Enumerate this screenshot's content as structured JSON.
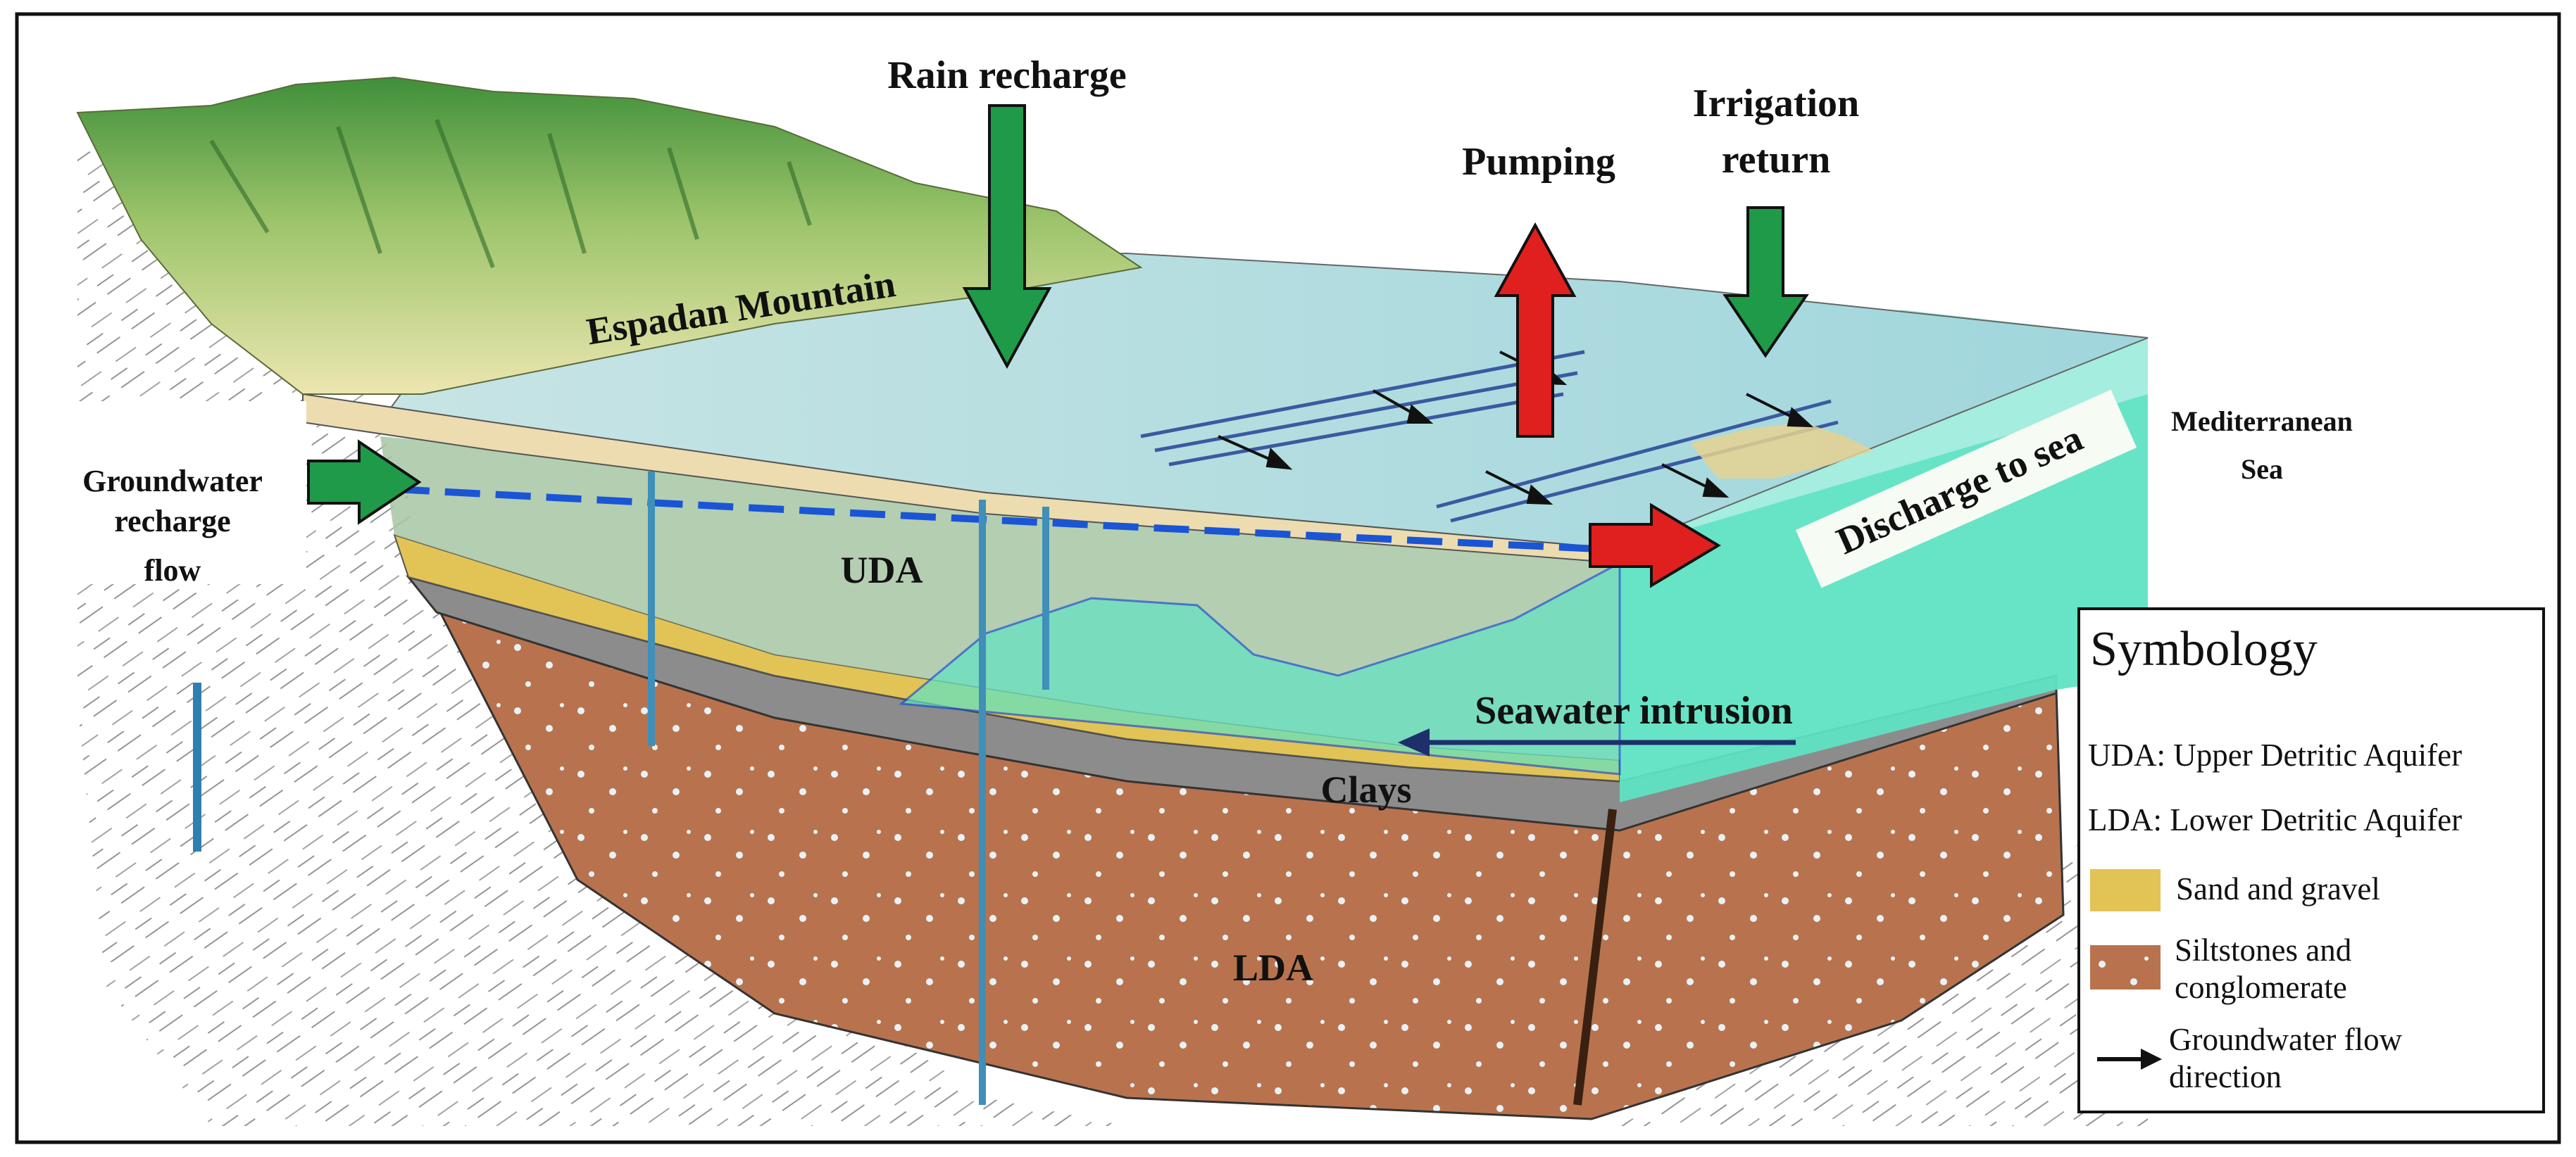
{
  "labels": {
    "rain_recharge": "Rain recharge",
    "espadan": "Espadan Mountain",
    "pumping": "Pumping",
    "irrigation_line1": "Irrigation",
    "irrigation_line2": "return",
    "groundwater_line1": "Groundwater",
    "groundwater_line2": "recharge",
    "groundwater_line3": "flow",
    "discharge": "Discharge to sea",
    "mediterranean_line1": "Mediterranean",
    "mediterranean_line2": "Sea",
    "uda": "UDA",
    "seawater": "Seawater intrusion",
    "clays": "Clays",
    "lda": "LDA"
  },
  "legend": {
    "title": "Symbology",
    "uda_text": "UDA: Upper Detritic Aquifer",
    "lda_text": "LDA: Lower Detritic Aquifer",
    "sand_line1": "Sand and gravel",
    "silt_line1": "Siltstones and",
    "silt_line2": "conglomerate",
    "flow_line1": "Groundwater flow",
    "flow_line2": "direction"
  },
  "colors": {
    "recharge_arrow": "#1f9a48",
    "extraction_arrow": "#e0201f",
    "sea": "#5fe3c3",
    "water_table": "#1a55d6",
    "sand_gravel": "#e2c355",
    "siltstones": "#b8734e",
    "clays": "#8c8c8c",
    "seawater_arrow": "#1f2f6b"
  }
}
